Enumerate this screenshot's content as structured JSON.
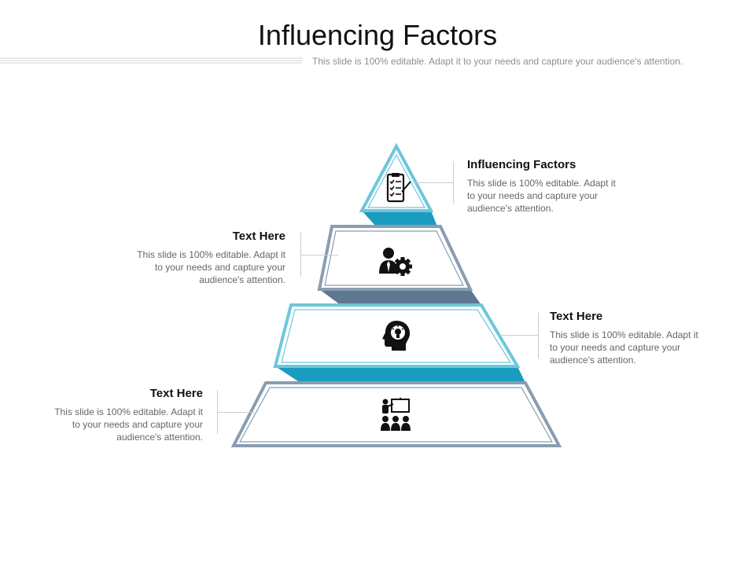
{
  "slide": {
    "title": "Influencing Factors",
    "subtitle": "This slide is 100% editable. Adapt it to your needs and capture your audience's attention."
  },
  "levels": [
    {
      "heading": "Influencing Factors",
      "text": "This slide is 100% editable. Adapt it to your needs and capture your audience's attention.",
      "icon": "checklist-icon"
    },
    {
      "heading": "Text Here",
      "text": "This slide is 100% editable. Adapt it to your needs and capture your audience's attention.",
      "icon": "businessman-gear-icon"
    },
    {
      "heading": "Text Here",
      "text": "This slide is 100% editable. Adapt it to your needs and capture your audience's attention.",
      "icon": "head-idea-icon"
    },
    {
      "heading": "Text Here",
      "text": "This slide is 100% editable. Adapt it to your needs and capture your audience's attention.",
      "icon": "presentation-audience-icon"
    }
  ],
  "colors": {
    "teal": "#1a9cc0",
    "light_blue": "#6cc7dc",
    "slate": "#6e8296",
    "steel": "#8a9db0"
  }
}
